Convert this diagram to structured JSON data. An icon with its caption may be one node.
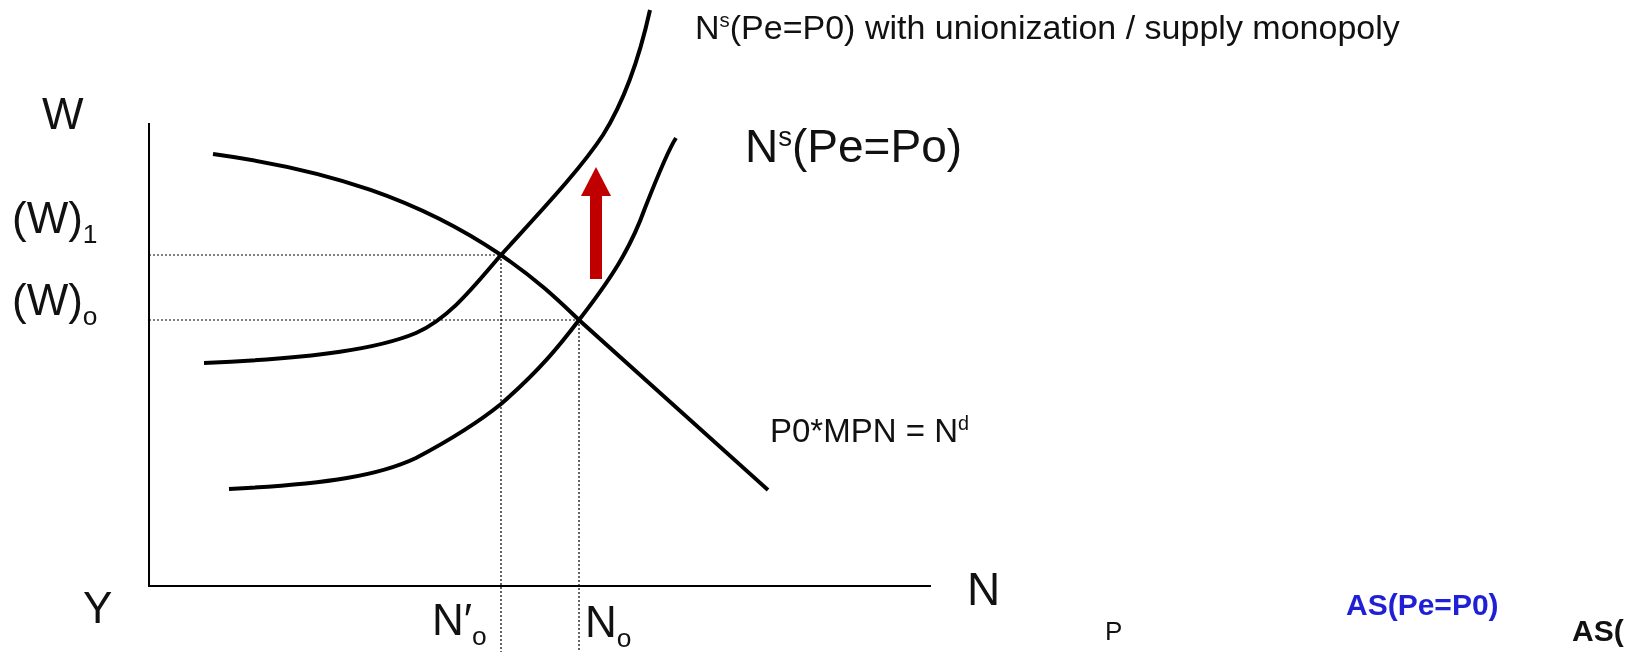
{
  "diagram": {
    "labels": [
      "N$^{s}$(Pe=P0) with unionization / supply monopoly",
      "W",
      "N$^{s}$(Pe=Po)",
      "(W)$_{1}$",
      "(W)$_{o}$",
      "P0*MPN = N$^{d}$",
      "Y",
      "N",
      "N′$_{o}$",
      "N$_{o}$",
      "P",
      "AS(Pe=P0)",
      "AS("
    ]
  }
}
